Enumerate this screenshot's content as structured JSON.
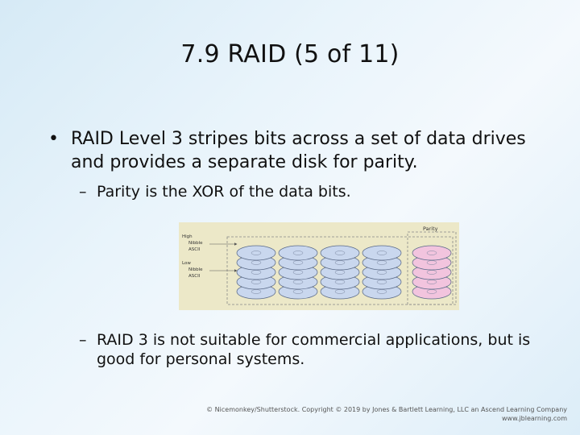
{
  "slide": {
    "title": "7.9 RAID (5 of 11)",
    "bullets": [
      {
        "text": "RAID Level 3 stripes bits across a set of data drives and provides a separate disk for parity.",
        "sub": [
          "Parity is the XOR of the data bits.",
          "RAID 3 is not suitable for commercial applications, but is good for personal systems."
        ]
      }
    ],
    "bullet_glyph": "•",
    "sub_glyph": "–"
  },
  "figure": {
    "parity_label": "Parity",
    "high_label": [
      "High",
      "Nibble",
      "ASCII"
    ],
    "low_label": [
      "Low",
      "Nibble",
      "ASCII"
    ],
    "data_color": "#c9d7ee",
    "parity_color": "#f2c4de",
    "bg_color": "#ece8c8"
  },
  "credit": {
    "line1": "© Nicemonkey/Shutterstock. Copyright © 2019 by Jones & Bartlett Learning, LLC an Ascend Learning Company",
    "line2": "www.jblearning.com"
  }
}
